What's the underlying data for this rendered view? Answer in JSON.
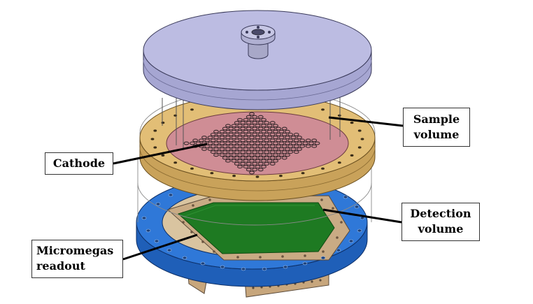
{
  "labels": {
    "sample": [
      "Sample",
      "volume"
    ],
    "cathode": "Cathode",
    "detection": [
      "Detection",
      "volume"
    ],
    "micromegas": [
      "Micromegas",
      "readout"
    ]
  },
  "colors": {
    "top_lid": "#b9b9e0",
    "cathode_ring": "#d8b46a",
    "cathode_plate": "#cf8d95",
    "holes": "#3a2a2e",
    "readout_ring": "#2f78d8",
    "readout_pcb": "#1e7a22",
    "frame": "#c4a680",
    "leader": "#000000"
  }
}
